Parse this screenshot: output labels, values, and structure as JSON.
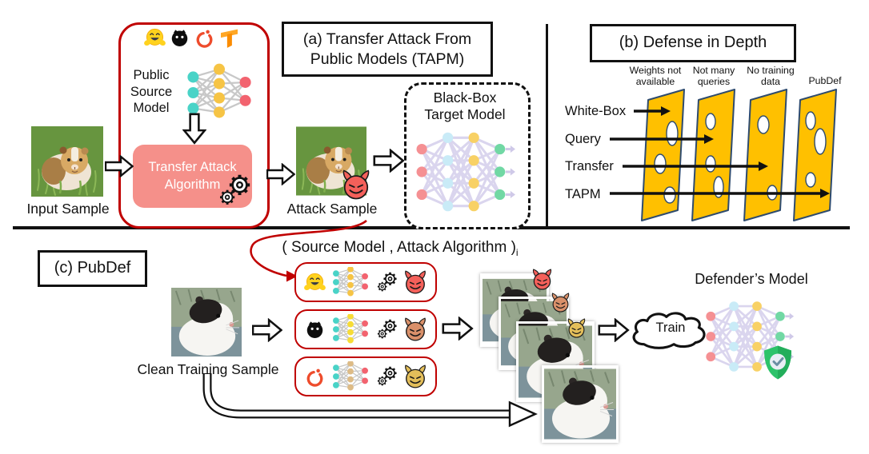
{
  "panel_a": {
    "title_line1": "(a) Transfer Attack From",
    "title_line2": "Public Models (TAPM)",
    "public_source_model": "Public Source Model",
    "transfer_attack_line1": "Transfer Attack",
    "transfer_attack_line2": "Algorithm",
    "input_sample_label": "Input Sample",
    "attack_sample_label": "Attack Sample",
    "black_box_line1": "Black-Box",
    "black_box_line2": "Target Model"
  },
  "panel_b": {
    "title": "(b) Defense in Depth",
    "columns": [
      {
        "line1": "Weights not",
        "line2": "available"
      },
      {
        "line1": "Not many",
        "line2": "queries"
      },
      {
        "line1": "No training",
        "line2": "data"
      },
      {
        "line1": "PubDef",
        "line2": ""
      }
    ],
    "attacks": [
      {
        "label": "White-Box",
        "blocked_by": "Weights not available"
      },
      {
        "label": "Query",
        "blocked_by": "Not many queries"
      },
      {
        "label": "Transfer",
        "blocked_by": "No training data"
      },
      {
        "label": "TAPM",
        "blocked_by": "PubDef"
      }
    ]
  },
  "panel_c": {
    "title": "(c) PubDef",
    "pair_label": "( Source Model , Attack Algorithm )",
    "pair_subscript": "i",
    "clean_sample_label": "Clean Training Sample",
    "train_label": "Train",
    "defender_label": "Defender’s Model",
    "rows": [
      {
        "source": "huggingface",
        "devil_color": "#F4605A"
      },
      {
        "source": "github",
        "devil_color": "#D9906A"
      },
      {
        "source": "pytorch",
        "devil_color": "#E3BE5A"
      }
    ]
  },
  "icons": {
    "huggingface": "hugging-face-smiley",
    "github": "github-octocat",
    "pytorch": "pytorch-flame",
    "tensorflow": "tensorflow-tf",
    "gears": "double-gear",
    "devil": "devil-face",
    "shield": "shield-check",
    "train_cloud": "cloud-outline",
    "neural_net": "neural-network"
  },
  "colors": {
    "accent_red": "#C00000",
    "attack_box_fill": "#F5908A",
    "cheese_fill": "#FFC000",
    "cheese_border": "#2E4B6E",
    "devil_red": "#F4605A",
    "devil_orange": "#D9906A",
    "devil_yellow": "#E3BE5A",
    "shield_green": "#2DC36A"
  }
}
